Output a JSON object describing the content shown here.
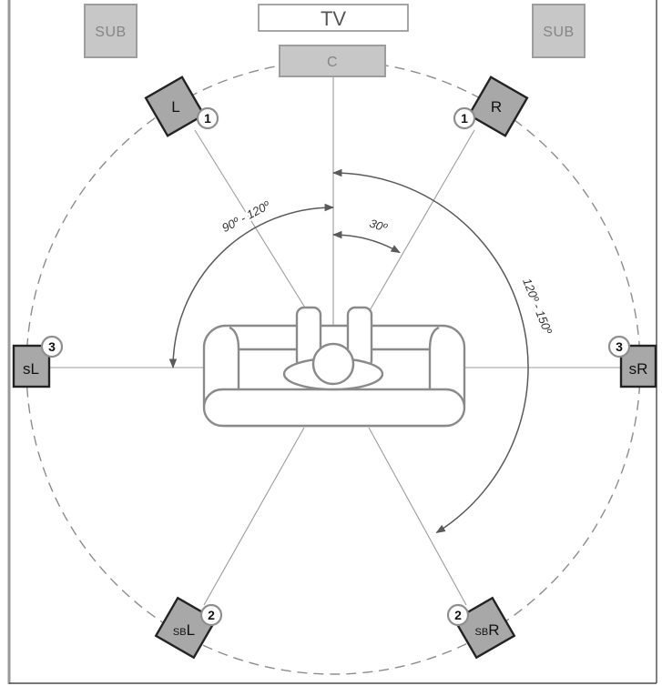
{
  "diagram": {
    "tv_label": "TV",
    "subwoofer_left": "SUB",
    "subwoofer_right": "SUB",
    "center": "C",
    "front_left": {
      "label": "L",
      "badge": "1"
    },
    "front_right": {
      "label": "R",
      "badge": "1"
    },
    "surround_left": {
      "label": "sL",
      "badge": "3"
    },
    "surround_right": {
      "label": "sR",
      "badge": "3"
    },
    "surround_back_left": {
      "prefix": "SB",
      "letter": "L",
      "badge": "2"
    },
    "surround_back_right": {
      "prefix": "SB",
      "letter": "R",
      "badge": "2"
    },
    "angles": {
      "front": "30º",
      "surround": "90º - 120º",
      "surround_back": "120º - 150º"
    }
  },
  "colors": {
    "speaker_fill": "#a8a8a8",
    "speaker_stroke": "#232323",
    "passive_box_fill": "#c7c7c7",
    "guide_line": "#9c9c9c",
    "angle_arc": "#5a5a5a"
  },
  "icons": {
    "listener": "person-on-sofa-icon"
  }
}
